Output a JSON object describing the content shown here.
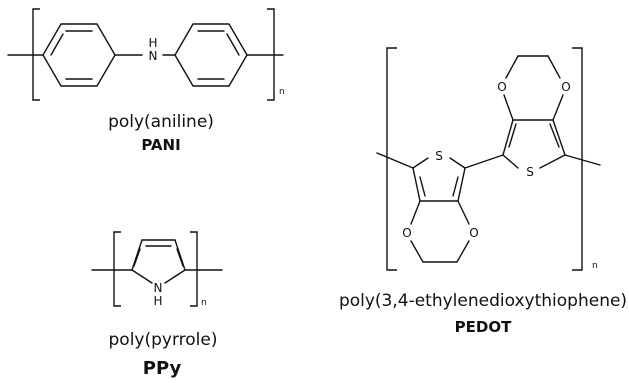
{
  "structures": [
    {
      "name": "poly(aniline)",
      "abbreviation": "PANI",
      "atoms": [
        "H",
        "N"
      ],
      "subscript": "n"
    },
    {
      "name": "poly(pyrrole)",
      "abbreviation": "PPy",
      "atoms": [
        "N",
        "H"
      ],
      "subscript": "n"
    },
    {
      "name": "poly(3,4-ethylenedioxythiophene)",
      "abbreviation": "PEDOT",
      "atoms": [
        "O",
        "O",
        "S",
        "S",
        "O",
        "O"
      ],
      "subscript": "n"
    }
  ]
}
